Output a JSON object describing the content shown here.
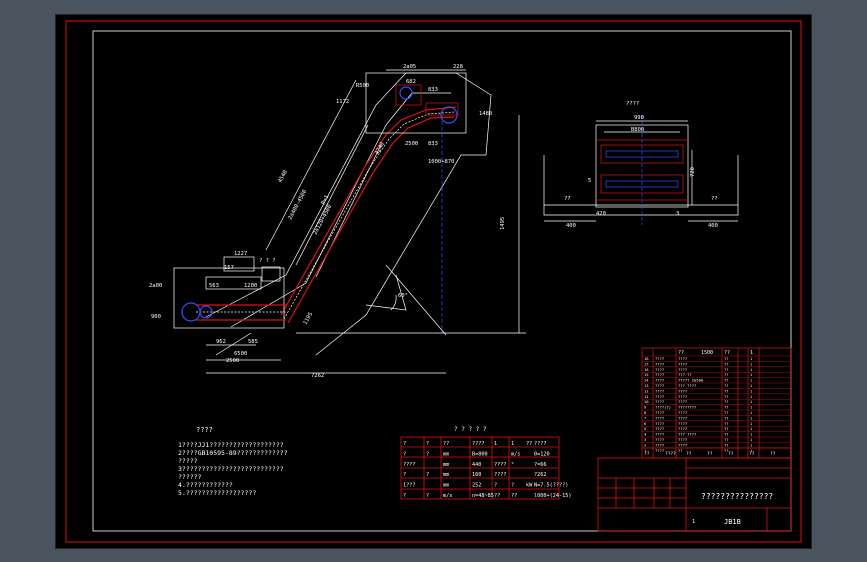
{
  "drawing": {
    "title_block": {
      "drawing_name": "???????????????",
      "drawing_no": "JB1B",
      "sheet_label": "1"
    },
    "top_dims": {
      "d1": "2a05",
      "d2": "228",
      "d3": "682",
      "d4": "833",
      "d5": "1480",
      "d6": "2500",
      "d7": "833",
      "d8": "1000+870",
      "d9": "1172",
      "d10": "R500"
    },
    "incline_dims": {
      "a": "4540",
      "b": "2a400-4500",
      "c": "2a120+4500",
      "d": "4240",
      "e": "P=1",
      "f": "1495",
      "angle": "60°"
    },
    "bottom_dims": {
      "b1": "2500",
      "b2": "7262",
      "b3": "6500",
      "b4": "962",
      "b5": "585",
      "b6": "563",
      "b7": "1200",
      "b8": "900",
      "b9": "157",
      "b10": "1227",
      "b11": "2a00",
      "b12": "? ? ?",
      "b13": "1195"
    },
    "side_view": {
      "title": "????",
      "w1": "990",
      "w2": "B800",
      "h1": "720",
      "h2": "5",
      "left_label": "??",
      "right_label": "??",
      "l1": "400",
      "l2": "400",
      "m1": "420",
      "m2": "3"
    },
    "notes": {
      "title": "????",
      "lines": [
        "1????JJ1???????????????????",
        "2????GB10595-89?????????????",
        "  ?????",
        "3??????????????????????????",
        "  ??????",
        "4.????????????",
        "5.??????????????????"
      ]
    },
    "spec_table": {
      "title": "? ? ? ? ?",
      "rows": [
        [
          "?",
          "?",
          "??",
          "????",
          "1",
          "1",
          "??",
          "????"
        ],
        [
          "?",
          "?",
          "mm",
          "B=800",
          "",
          "m/s",
          "",
          "0=120"
        ],
        [
          "????",
          "",
          "mm",
          "440",
          "????",
          "°",
          "",
          "?=66"
        ],
        [
          "?",
          "?",
          "mm",
          "160",
          "????",
          "",
          "",
          "?262"
        ],
        [
          "1???",
          "",
          "mm",
          "252",
          "?",
          "?",
          "kW",
          "N=7.5(????)"
        ],
        [
          "?",
          "?",
          "m/s",
          "n=48~85",
          "??",
          "??",
          "",
          "l000+(24-15)"
        ]
      ]
    },
    "bom": {
      "header": [
        "??",
        "1500",
        "??",
        "1"
      ],
      "rows": [
        [
          "18",
          "????",
          "????",
          "??",
          "1"
        ],
        [
          "17",
          "????",
          "????",
          "??",
          "1"
        ],
        [
          "16",
          "????",
          "????",
          "??",
          "1"
        ],
        [
          "15",
          "????",
          "??? ??",
          "??",
          "1"
        ],
        [
          "14",
          "????",
          "????? 2a500",
          "??",
          "1"
        ],
        [
          "13",
          "????",
          "??? ????",
          "??",
          "1"
        ],
        [
          "12",
          "????",
          "????",
          "??",
          "1"
        ],
        [
          "11",
          "????",
          "????",
          "??",
          "1"
        ],
        [
          "10",
          "????",
          "????",
          "??",
          "1"
        ],
        [
          "9",
          "????(?)",
          "????????",
          "??",
          "1"
        ],
        [
          "8",
          "????",
          "????",
          "??",
          "1"
        ],
        [
          "7",
          "????",
          "????",
          "??",
          "1"
        ],
        [
          "6",
          "????",
          "????",
          "??",
          "1"
        ],
        [
          "5",
          "????",
          "????",
          "??",
          "1"
        ],
        [
          "4",
          "????",
          "??? ????",
          "??",
          "1"
        ],
        [
          "3",
          "????",
          "????",
          "??",
          "1"
        ],
        [
          "2",
          "????",
          "????",
          "??",
          "1"
        ],
        [
          "1",
          "????",
          "??",
          "??",
          "1"
        ]
      ],
      "footer": [
        "??",
        "????",
        "??",
        "??",
        "??",
        "??",
        "??"
      ]
    }
  }
}
